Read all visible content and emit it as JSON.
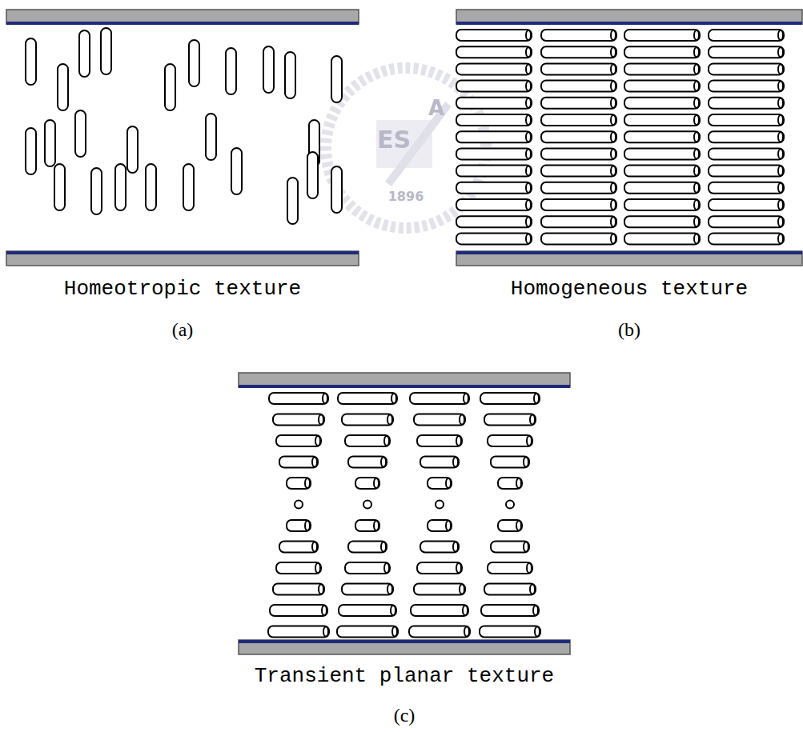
{
  "diagram": {
    "labels": [
      "Homeotropic texture",
      "(a)",
      "Homogeneous texture",
      "(b)",
      "Transient planar texture",
      "(c)",
      "ES",
      "A",
      "1896"
    ]
  }
}
